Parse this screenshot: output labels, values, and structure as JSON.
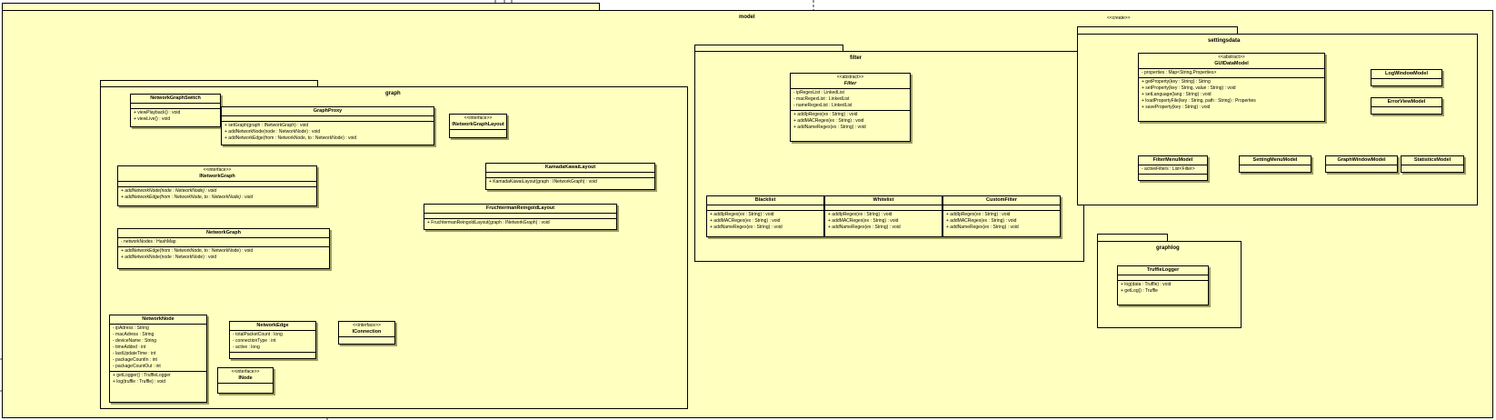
{
  "packages": {
    "model": "model",
    "graph": "graph",
    "filter": "filter",
    "settingsdata": "settingsdata",
    "graphlog": "graphlog"
  },
  "create_stereotype": "<<create>>",
  "classes": {
    "network_graph_switch": {
      "name": "NetworkGraphSwitch",
      "methods": [
        "+  viewPlayback() : void",
        "+  viewLive() : void"
      ]
    },
    "graph_proxy": {
      "name": "GraphProxy",
      "methods": [
        "+  setGraph(graph : INetworkGraph) : void",
        "+  addNetworkNode(node : NetworkNode) : void",
        "+  addNetworkEdge(from : NetworkNode, to : NetworkNode) : void"
      ]
    },
    "inetwork_graph_layout": {
      "stereotype": "<<interface>>",
      "name": "INetworkGraphLayout"
    },
    "inetwork_graph": {
      "stereotype": "<<interface>>",
      "name": "INetworkGraph",
      "methods": [
        "+  addNetworkNode(node : NetworkNode) : void",
        "+  addNetworkEdge(from : NetworkNode, to : NetworkNode) : void"
      ]
    },
    "kamada_kawai_layout": {
      "name": "KamadaKawaiLayout",
      "methods": [
        "+  KamadaKawaiLayout(graph : INetworkGraph) : void"
      ]
    },
    "fruchterman_layout": {
      "name": "FruchtermanReingoldLayout",
      "methods": [
        "+  FruchtermanReingoldLayout(graph : INetworkGraph) : void"
      ]
    },
    "network_graph": {
      "name": "NetworkGraph",
      "attributes": [
        "-  networkNodes : HashMap"
      ],
      "methods": [
        "+  addNetworkEdge(from : NetworkNode, to : NetworkNode) : void",
        "+  addNetworkNode(node : NetworkNode) : void"
      ]
    },
    "network_node": {
      "name": "NetworkNode",
      "attributes": [
        "-  ipAdress : String",
        "-  macAdress : String",
        "-  deviceName : String",
        "-  timeAdded : int",
        "-  lastUpdateTime : int",
        "-  packageCountIn : int",
        "-  packageCountOut : int"
      ],
      "methods": [
        "+  getLogger() : TruffleLogger",
        "+  log(truffle : Truffle) : void"
      ]
    },
    "network_edge": {
      "name": "NetworkEdge",
      "attributes": [
        "-  totalPacketCount : long",
        "-  connectionType : int",
        "-  active : long"
      ]
    },
    "iconnection": {
      "stereotype": "<<interface>>",
      "name": "IConnection"
    },
    "inode": {
      "stereotype": "<<interface>>",
      "name": "INode"
    },
    "filter": {
      "stereotype": "<<abstract>>",
      "name": "Filter",
      "attributes": [
        "-  ipRegexList : LinkedList",
        "-  macRegexList : LinkedList",
        "-  nameRegexList : LinkedList"
      ],
      "methods": [
        "+  addIpRegex(ex : String) : void",
        "+  addMACRegex(ex : String) : void",
        "+  addNameRegex(ex : String) : void"
      ]
    },
    "blacklist": {
      "name": "Blacklist",
      "methods": [
        "+  addIpRegex(ex : String) : void",
        "+  addMACRegex(ex : String) : void",
        "+  addNameRegex(ex : String) : void"
      ]
    },
    "whitelist": {
      "name": "Whitelist",
      "methods": [
        "+  addIpRegex(ex : String) : void",
        "+  addMACRegex(ex : String) : void",
        "+  addNameRegex(ex : String) : void"
      ]
    },
    "custom_filter": {
      "name": "CustomFilter",
      "methods": [
        "+  addIpRegex(ex : String) : void",
        "+  addMACRegex(ex : String) : void",
        "+  addNameRegex(ex : String) : void"
      ]
    },
    "gui_data_model": {
      "stereotype": "<<abstract>>",
      "name": "GUIDataModel",
      "attributes": [
        "-  properties : Map<String,Properties>"
      ],
      "methods": [
        "+  getProperty(key : String) : String",
        "+  setProperty(key : String, value : String) : void",
        "+  setLanguage(lang : String) : void",
        "+  loadPropertyFile(key : String, path : String) : Properties",
        "+  saveProperty(key : String) : void"
      ]
    },
    "log_window_model": {
      "name": "LogWindowModel"
    },
    "error_view_model": {
      "name": "ErrorViewModel"
    },
    "filter_menu_model": {
      "name": "FilterMenuModel",
      "attributes": [
        "-  activeFilters : List<Filter>"
      ]
    },
    "setting_menu_model": {
      "name": "SettingMenuModel"
    },
    "graph_window_model": {
      "name": "GraphWindowModel"
    },
    "statistics_model": {
      "name": "StatisticsModel"
    },
    "truffle_logger": {
      "name": "TruffleLogger",
      "methods": [
        "+  log(data : Truffle) : void",
        "+  getLog() : Truffle"
      ]
    }
  }
}
